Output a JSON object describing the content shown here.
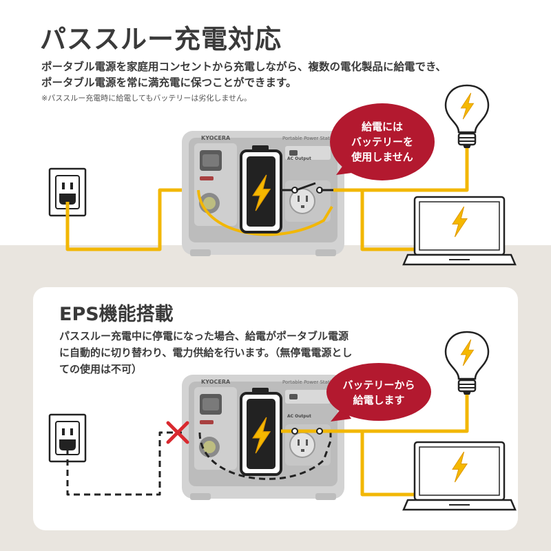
{
  "title": "パススルー充電対応",
  "description": {
    "line1": "ポータブル電源を家庭用コンセントから充電しながら、複数の電化製品に給電でき、",
    "line2": "ポータブル電源を常に満充電に保つことができます。"
  },
  "note": "※パススルー充電時に給電してもバッテリーは劣化しません。",
  "top_bubble": {
    "line1": "給電には",
    "line2": "バッテリーを",
    "line3": "使用しません"
  },
  "eps": {
    "title": "EPS機能搭載",
    "line1": "パススルー充電中に停電になった場合、給電がポータブル電源",
    "line2": "に自動的に切り替わり、電力供給を行います。（無停電電源とし",
    "line3": "ての使用は不可）"
  },
  "bottom_bubble": {
    "line1": "バッテリーから",
    "line2": "給電します"
  },
  "device": {
    "brand": "KYOCERA",
    "model": "Portable Power Station",
    "ac_label": "AC Output"
  },
  "colors": {
    "accent_red": "#b3192f",
    "wire_yellow": "#f2b705",
    "bolt_yellow": "#f5b800",
    "dark": "#222222",
    "device_gray": "#c7c7c7",
    "background_beige": "#e9e5df"
  },
  "icons": [
    "outlet-icon",
    "bulb-icon",
    "laptop-icon",
    "battery-icon",
    "bolt-icon",
    "cross-icon",
    "switch-icon"
  ]
}
